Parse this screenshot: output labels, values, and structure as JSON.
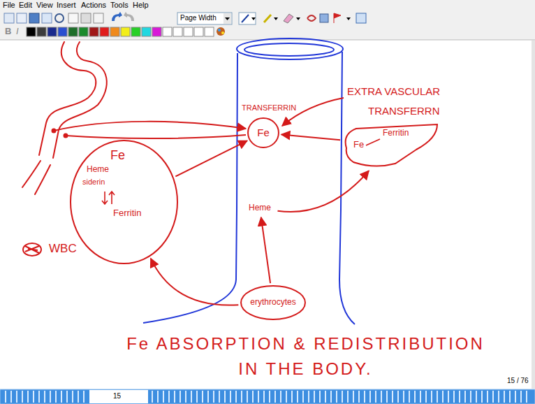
{
  "diagram": {
    "caption": "Fe ABSORPTION & REDISTRIBUTION IN THE BODY.",
    "nodes": [
      {
        "text": [
          "Fe"
        ]
      },
      {
        "text": [
          "Fe",
          "Ferritin"
        ]
      },
      {
        "text": [
          "Heme",
          "Fe",
          "siderin",
          "Ferritin"
        ]
      },
      {
        "text": [
          "Heme"
        ]
      },
      {
        "text": [
          "erythrocytes"
        ]
      }
    ],
    "edges": [
      {
        "from": 1,
        "to": 0,
        "arrow": "to"
      },
      {
        "from": 2,
        "to": 0,
        "arrow": "to"
      },
      {
        "from": 3,
        "to": 1,
        "arrow": "to"
      },
      {
        "from": 4,
        "to": 3,
        "arrow": "to"
      },
      {
        "from": 4,
        "to": 2,
        "arrow": "to"
      }
    ],
    "labels": [
      "File",
      "Edit",
      "View",
      "Insert",
      "Actions",
      "Tools",
      "Help",
      "Page Width",
      "B",
      "I",
      "TRANSFERRIN",
      "EXTRA VASCULAR",
      "TRANSFERRN",
      "WBC",
      "15",
      "15 / 76"
    ]
  }
}
